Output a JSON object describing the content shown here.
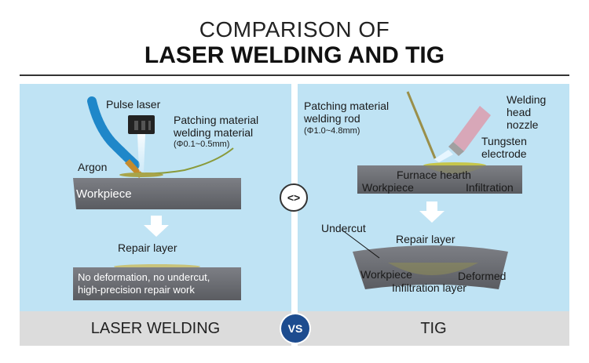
{
  "header": {
    "title_line1": "COMPARISON OF",
    "title_line2": "LASER WELDING AND TIG"
  },
  "center_icon": "<>",
  "vs_badge": "VS",
  "laser": {
    "pulse_laser": "Pulse laser",
    "patching_line1": "Patching material",
    "patching_line2": "welding material",
    "patching_spec": "(Φ0.1~0.5mm)",
    "argon": "Argon",
    "workpiece": "Workpiece",
    "repair_layer": "Repair layer",
    "result_line1": "No deformation, no undercut,",
    "result_line2": "high-precision repair work",
    "footer": "LASER WELDING"
  },
  "tig": {
    "patching_line1": "Patching material",
    "patching_line2": "welding rod",
    "patching_spec": "(Φ1.0~4.8mm)",
    "head_line1": "Welding",
    "head_line2": "head",
    "head_line3": "nozzle",
    "tungsten_line1": "Tungsten",
    "tungsten_line2": "electrode",
    "furnace_hearth": "Furnace hearth",
    "workpiece_top": "Workpiece",
    "infiltration_top": "Infiltration",
    "undercut": "Undercut",
    "repair_layer": "Repair layer",
    "workpiece_bottom": "Workpiece",
    "deformed": "Deformed",
    "infiltration_layer": "Infiltration layer",
    "footer": "TIG"
  }
}
